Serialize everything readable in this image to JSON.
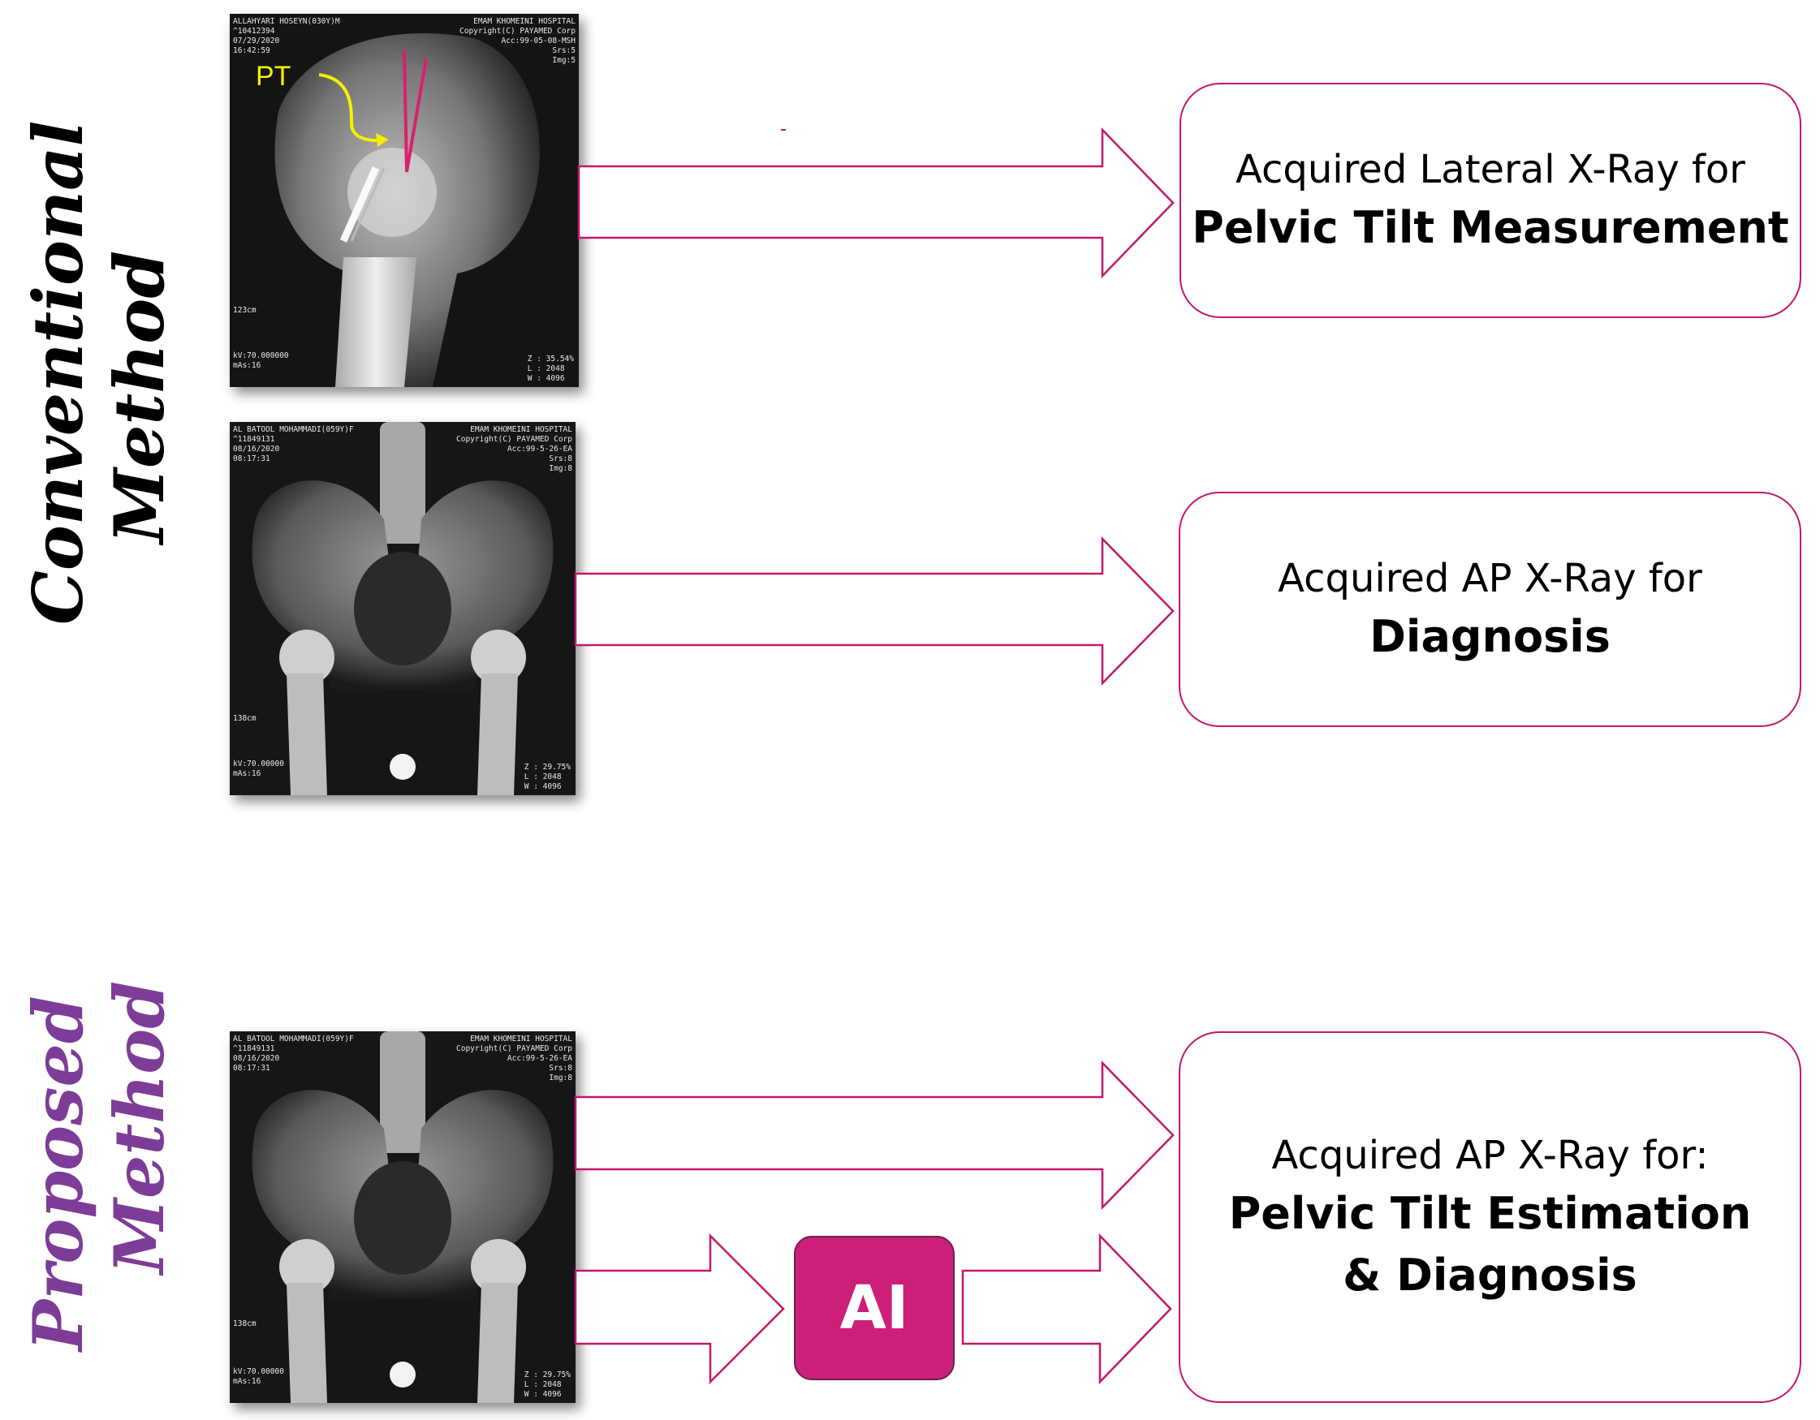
{
  "sections": {
    "conventional": {
      "line1": "Conventional",
      "line2": "Method",
      "color": "#000000"
    },
    "proposed": {
      "line1": "Proposed",
      "line2": "Method",
      "color": "#7d3c98"
    }
  },
  "xrays": {
    "lateral": {
      "meta_tl": "ALLAHYARI HOSEYN(030Y)M\n^10412394\n07/29/2020\n16:42:59",
      "meta_tr": "EMAM KHOMEINI HOSPITAL\nCopyright(C) PAYAMED Corp\nAcc:99-05-08-MSH\nSrs:5\nImg:5",
      "meta_bl": "kV:70.000000\nmAs:16",
      "meta_br": "Z : 35.54%\nL : 2048\nW : 4096",
      "scale": "123cm",
      "annotation": "PT"
    },
    "ap_conventional": {
      "meta_tl": "AL BATOOL MOHAMMADI(059Y)F\n^11849131\n08/16/2020\n08:17:31",
      "meta_tr": "EMAM KHOMEINI HOSPITAL\nCopyright(C) PAYAMED Corp\nAcc:99-5-26-EA\nSrs:8\nImg:8",
      "meta_bl": "kV:70.00000\nmAs:16",
      "meta_br": "Z : 29.75%\nL : 2048\nW : 4096",
      "scale": "138cm"
    },
    "ap_proposed": {
      "meta_tl": "AL BATOOL MOHAMMADI(059Y)F\n^11849131\n08/16/2020\n08:17:31",
      "meta_tr": "EMAM KHOMEINI HOSPITAL\nCopyright(C) PAYAMED Corp\nAcc:99-5-26-EA\nSrs:8\nImg:8",
      "meta_bl": "kV:70.00000\nmAs:16",
      "meta_br": "Z : 29.75%\nL : 2048\nW : 4096",
      "scale": "138cm"
    }
  },
  "boxes": {
    "lateral": {
      "line1": "Acquired Lateral X-Ray for",
      "line2": "Pelvic Tilt Measurement"
    },
    "ap_diagnosis": {
      "line1": "Acquired AP X-Ray for",
      "line2": "Diagnosis"
    },
    "proposed": {
      "line1": "Acquired AP X-Ray for:",
      "line2": "Pelvic Tilt Estimation",
      "line3": "& Diagnosis"
    }
  },
  "ai_label": "AI",
  "colors": {
    "accent": "#c2186b",
    "ai_fill": "#cc1f7a",
    "annotation": "#f4f000"
  }
}
